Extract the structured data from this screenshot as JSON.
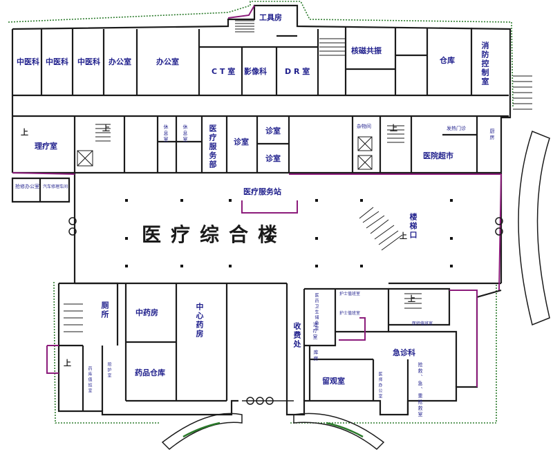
{
  "building_title": "医疗综合楼",
  "rooms": {
    "tool_room": "工具房",
    "tcm_1": "中医科",
    "tcm_2": "中医科",
    "tcm_3": "中医科",
    "office_1": "办公室",
    "office_2": "办公室",
    "ct_room": "C T 室",
    "imaging_room": "影像科",
    "dr_room": "D R 室",
    "mri": "核磁共振",
    "warehouse": "仓库",
    "fire_control": "消防控制室",
    "therapy": "理疗室",
    "rest_1": "休息室",
    "rest_2": "休息室",
    "medical_service_dept": "医疗服务部",
    "clinic_1": "诊室",
    "clinic_2": "诊室",
    "clinic_3": "诊室",
    "storage_small": "杂物间",
    "fever_clinic": "发热门诊",
    "kitchen": "厨房",
    "supermarket": "医院超市",
    "service_station": "医疗服务站",
    "stair_exit": "楼梯口",
    "toilet": "厕所",
    "tcm_pharmacy": "中药房",
    "central_pharmacy": "中心药房",
    "drug_warehouse": "药品仓库",
    "cashier": "收费处",
    "treatment": "治疗室",
    "storeroom": "库房",
    "observation": "留观室",
    "emergency": "急诊科",
    "rescue": "抢救、急、重抢救室",
    "nurse_1": "护士值班室",
    "nurse_2": "护士值班室",
    "doctor_duty": "医师值班室",
    "attendant_room": "陪护室",
    "drug_duty": "药库值班室",
    "tiny_left_1": "抢修办公室",
    "tiny_left_2": "汽车修理车间",
    "tiny_mid": "医药卫生储备室",
    "tiny_right": "医师办公室",
    "stair_up_1": "上",
    "stair_up_2": "上",
    "stair_up_3": "上",
    "stair_up_4": "上",
    "stair_up_5": "上",
    "stair_up_6": "上"
  },
  "colors": {
    "wall": "#1a1a1a",
    "label": "#1f1f8c",
    "accent": "#8b1a7a",
    "greenery": "#2a7a2a",
    "column": "#111111"
  }
}
